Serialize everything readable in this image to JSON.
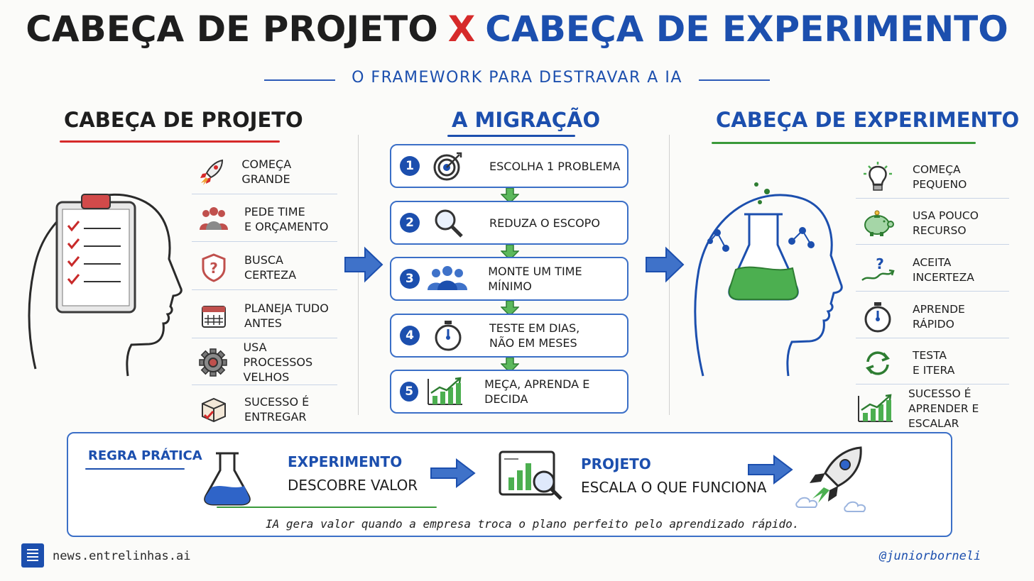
{
  "header": {
    "title_left": "CABEÇA DE PROJETO",
    "title_x": "X",
    "title_right": "CABEÇA DE EXPERIMENTO",
    "subtitle": "O FRAMEWORK PARA DESTRAVAR A IA"
  },
  "left": {
    "heading": "CABEÇA DE PROJETO",
    "items": [
      {
        "icon": "rocket-icon",
        "label": "COMEÇA GRANDE"
      },
      {
        "icon": "team-icon",
        "label": "PEDE TIME\nE ORÇAMENTO"
      },
      {
        "icon": "shield-question-icon",
        "label": "BUSCA\nCERTEZA"
      },
      {
        "icon": "calendar-icon",
        "label": "PLANEJA TUDO\nANTES"
      },
      {
        "icon": "gear-icon",
        "label": "USA PROCESSOS\nVELHOS"
      },
      {
        "icon": "box-check-icon",
        "label": "SUCESSO É\nENTREGAR"
      }
    ]
  },
  "middle": {
    "heading": "A MIGRAÇÃO",
    "steps": [
      {
        "num": "1",
        "icon": "target-icon",
        "label": "ESCOLHA 1 PROBLEMA"
      },
      {
        "num": "2",
        "icon": "magnifier-icon",
        "label": "REDUZA O ESCOPO"
      },
      {
        "num": "3",
        "icon": "team-icon",
        "label": "MONTE UM TIME MÍNIMO"
      },
      {
        "num": "4",
        "icon": "stopwatch-icon",
        "label": "TESTE EM DIAS,\nNÃO EM MESES"
      },
      {
        "num": "5",
        "icon": "growth-chart-icon",
        "label": "MEÇA, APRENDA E DECIDA"
      }
    ]
  },
  "right": {
    "heading": "CABEÇA DE EXPERIMENTO",
    "items": [
      {
        "icon": "lightbulb-icon",
        "label": "COMEÇA\nPEQUENO"
      },
      {
        "icon": "piggy-bank-icon",
        "label": "USA POUCO\nRECURSO"
      },
      {
        "icon": "question-path-icon",
        "label": "ACEITA\nINCERTEZA"
      },
      {
        "icon": "stopwatch-icon",
        "label": "APRENDE\nRÁPIDO"
      },
      {
        "icon": "cycle-icon",
        "label": "TESTA\nE ITERA"
      },
      {
        "icon": "growth-chart-icon",
        "label": "SUCESSO É\nAPRENDER E ESCALAR"
      }
    ]
  },
  "rule": {
    "label": "REGRA PRÁTICA",
    "experiment_heading": "EXPERIMENTO",
    "experiment_text": "DESCOBRE VALOR",
    "project_heading": "PROJETO",
    "project_text": "ESCALA O QUE FUNCIONA",
    "quote": "IA gera valor quando a empresa troca o plano perfeito pelo aprendizado rápido."
  },
  "footer": {
    "site": "news.entrelinhas.ai",
    "handle": "@juniorborneli"
  },
  "colors": {
    "blue": "#1c4fae",
    "red": "#d62a2a",
    "green": "#3a9a3a"
  }
}
